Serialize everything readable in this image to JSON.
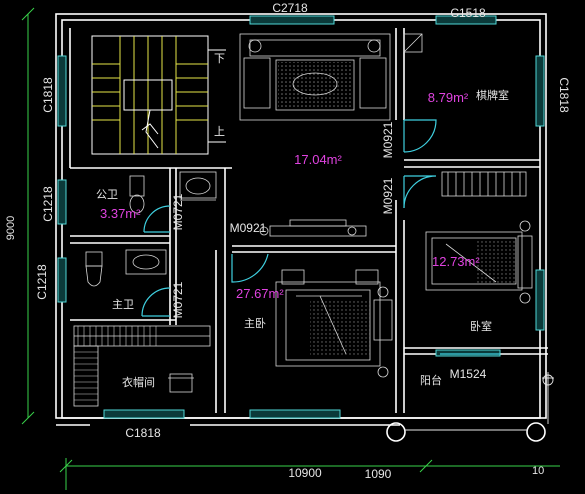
{
  "window_labels": {
    "top_main": "C2718",
    "top_right": "C1518",
    "left_upper": "C1818",
    "right_upper": "C1818",
    "left_mid": "C1218",
    "left_lower": "C1218",
    "bottom_left": "C1818"
  },
  "door_labels": {
    "stair_hall_v": "M0921",
    "mahjong_v": "M0921",
    "bath_public_v": "M0721",
    "master_door_h": "M0921",
    "bath_master_v": "M0721",
    "balcony": "M1524"
  },
  "rooms": {
    "hall_area": "17.04m²",
    "mahjong_name": "棋牌室",
    "mahjong_area": "8.79m²",
    "public_bath_name": "公卫",
    "public_bath_area": "3.37m²",
    "master_bath_name": "主卫",
    "master_bed_name": "主卧",
    "master_bed_area": "27.67m²",
    "wardrobe_name": "衣帽间",
    "bedroom_name": "卧室",
    "bedroom_area": "12.73m²",
    "balcony_name": "阳台",
    "stair_down": "下",
    "stair_up": "上"
  },
  "dimensions": {
    "total_height": "9000",
    "total_width": "10900",
    "balcony_width": "1090",
    "edge_cut": "10"
  },
  "colors": {
    "walls": "#ffffff",
    "windows": "#4fd6d6",
    "areas": "#e043e0",
    "dimension_lines": "#39d24a",
    "stairs": "#e6e647"
  }
}
